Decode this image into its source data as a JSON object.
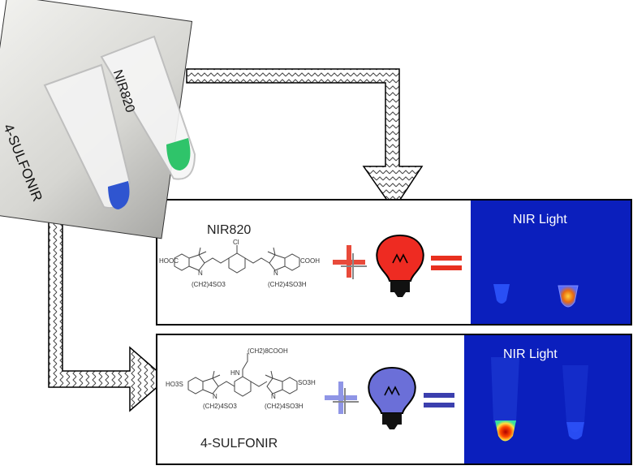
{
  "photo": {
    "tube_left_label": "4-SULFONIR",
    "tube_right_label": "NIR820",
    "tube_left_color": "#2f55d0",
    "tube_right_color": "#2fc46a"
  },
  "panel_top": {
    "compound_name": "NIR820",
    "chem": {
      "cooh_left": "HOOC",
      "cl": "Cl",
      "cooh_right": "COOH",
      "n_left": "N",
      "n_right": "N",
      "chain_left": "(CH2)4SO3",
      "chain_right": "(CH2)4SO3H"
    },
    "bulb_color": "#ee2b22",
    "equals_color": "#e8301f",
    "nir_label": "NIR Light"
  },
  "panel_bottom": {
    "compound_name": "4-SULFONIR",
    "chem": {
      "so3h_left": "HO3S",
      "chain_top": "(CH2)8COOH",
      "hn": "HN",
      "so3h_right_top": "SO3H",
      "n_left": "N",
      "n_right": "N",
      "chain_left": "(CH2)4SO3",
      "chain_right": "(CH2)4SO3H"
    },
    "bulb_color": "#6b6fd8",
    "equals_color": "#3b3fae",
    "nir_label": "NIR Light"
  }
}
